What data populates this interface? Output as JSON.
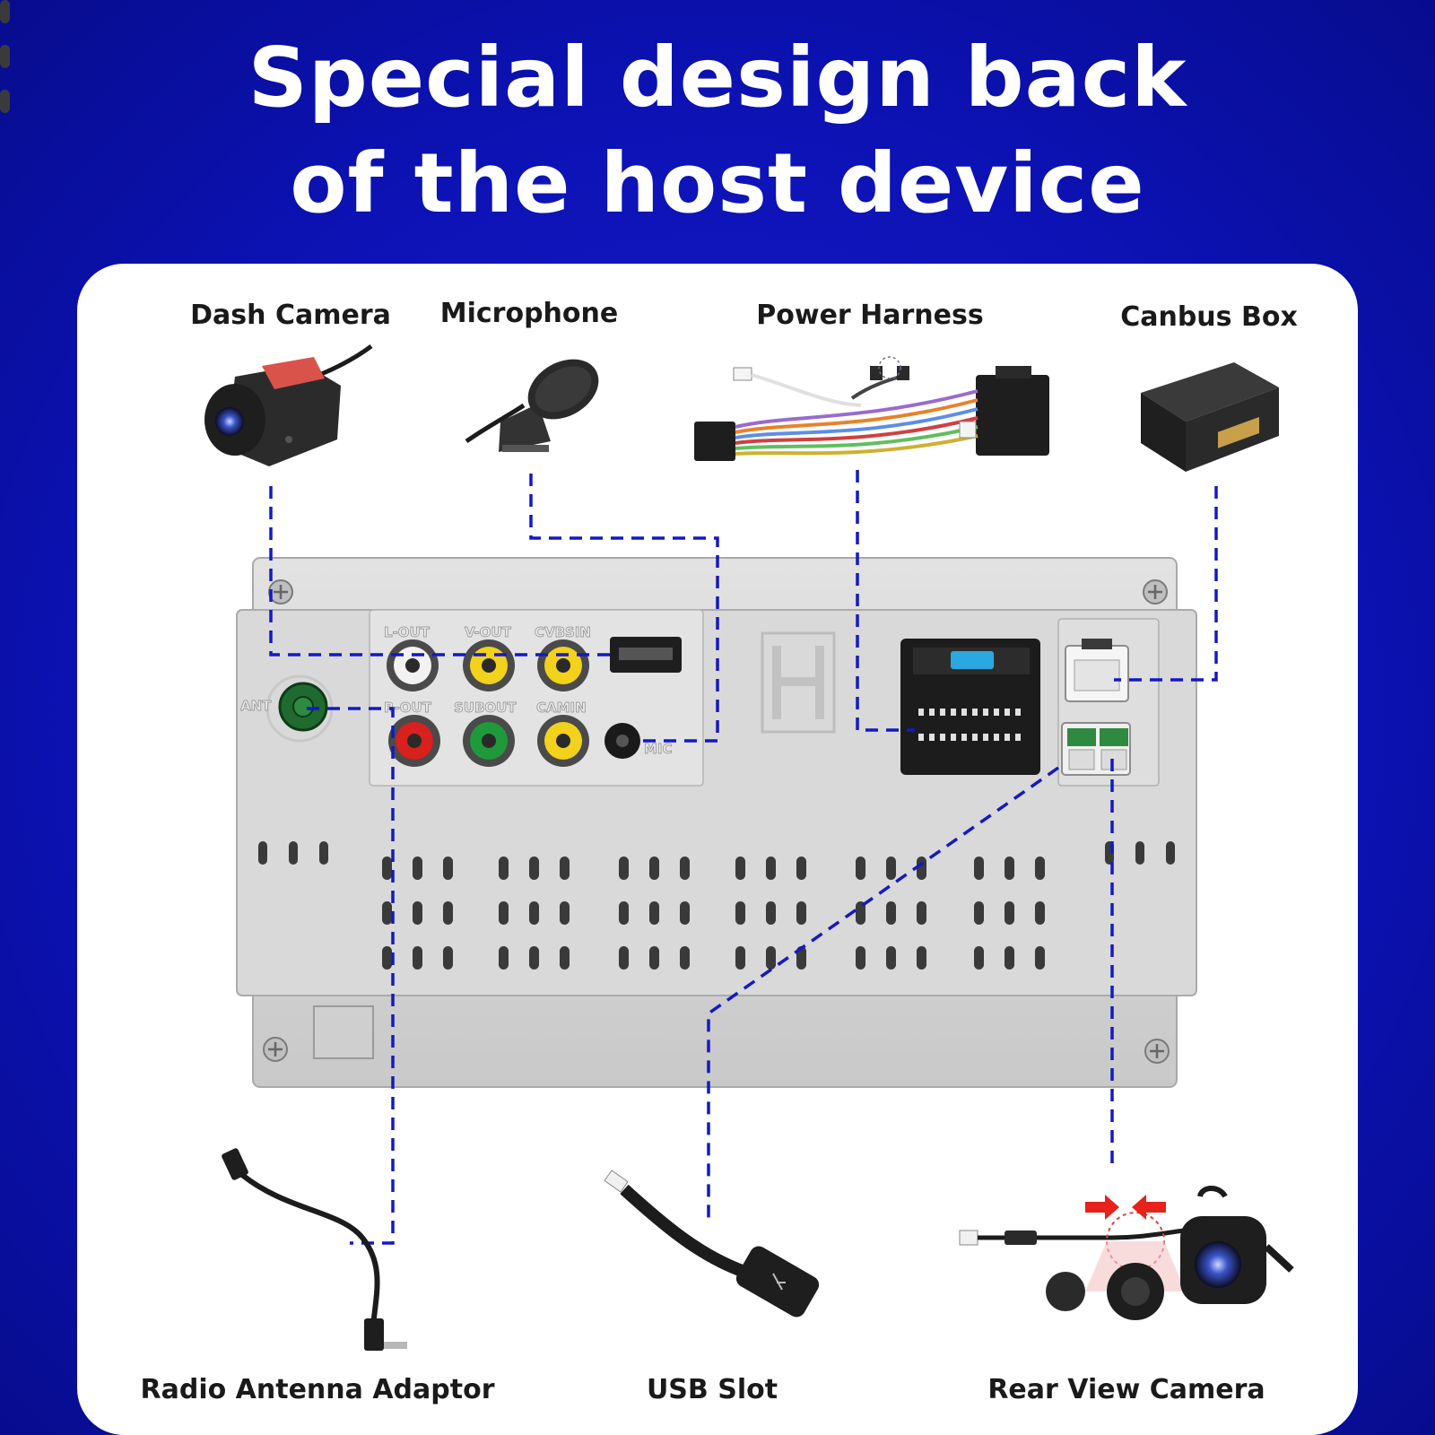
{
  "title": {
    "line1": "Special design back",
    "line2": "of the host device"
  },
  "accessories": {
    "dash_camera": "Dash Camera",
    "microphone": "Microphone",
    "power_harness": "Power Harness",
    "canbus_box": "Canbus Box",
    "radio_antenna_adaptor": "Radio Antenna Adaptor",
    "usb_slot": "USB Slot",
    "rear_view_camera": "Rear View Camera"
  },
  "ports": {
    "l_out": "L-OUT",
    "v_out": "V-OUT",
    "cvbsin": "CVBSIN",
    "r_out": "R-OUT",
    "subout": "SUBOUT",
    "camin": "CAMIN",
    "mic": "MIC",
    "ant": "ANT"
  },
  "colors": {
    "background": "#0c12b4",
    "leader_line": "#1419c4",
    "chassis": "#d6d6d6",
    "rca_white": "#f2f2f2",
    "rca_yellow": "#f2d21a",
    "rca_red": "#d8201c",
    "rca_green": "#1f9a3a",
    "antenna_port": "#1f6a2e",
    "arrow_red": "#e5231b"
  }
}
